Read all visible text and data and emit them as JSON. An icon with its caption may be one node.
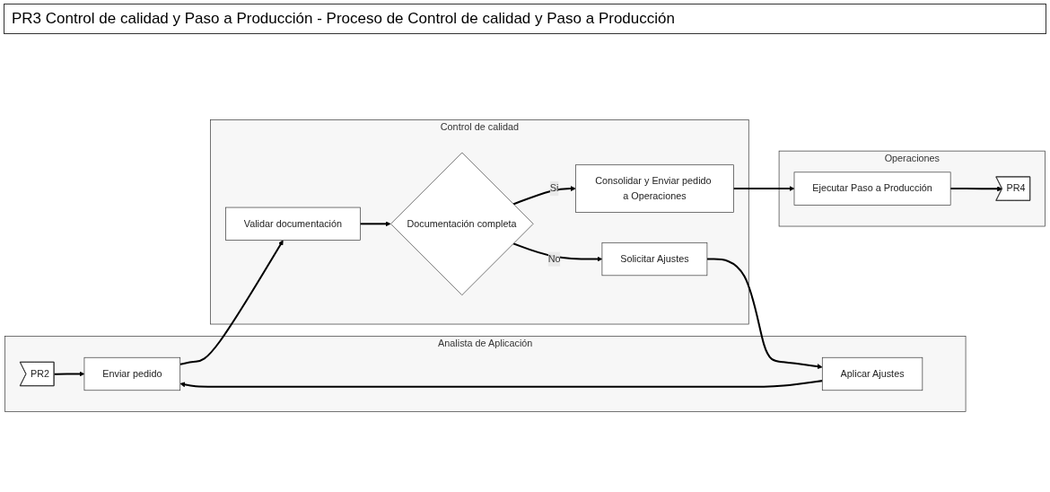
{
  "diagram": {
    "title": "PR3 Control de calidad y Paso a Producción - Proceso de Control de calidad y Paso a Producción",
    "nodes": [
      {
        "text": [
          "Analista de Aplicación"
        ]
      },
      {
        "text": [
          "PR2"
        ],
        "in": 0
      },
      {
        "text": [
          "Enviar pedido"
        ],
        "in": 0
      },
      {
        "text": [
          "Aplicar Ajustes"
        ],
        "in": 0
      },
      {
        "text": [
          "Control de calidad"
        ]
      },
      {
        "text": [
          "Validar documentación"
        ],
        "in": 4
      },
      {
        "text": [
          "Documentación completa"
        ],
        "in": 4
      },
      {
        "text": [
          "Solicitar Ajustes"
        ],
        "in": 4
      },
      {
        "text": [
          "Consolidar y Enviar pedido a Operaciones"
        ],
        "in": 4
      },
      {
        "text": [
          "Operaciones"
        ]
      },
      {
        "text": [
          "Ejecutar Paso a Producción"
        ],
        "in": 9
      },
      {
        "text": [
          "PR4"
        ],
        "in": 9
      }
    ],
    "edges": [
      {
        "from": 1,
        "to": 2,
        "arrow": "to"
      },
      {
        "from": 3,
        "to": 2,
        "arrow": "to"
      },
      {
        "from": 2,
        "to": 5,
        "arrow": "to"
      },
      {
        "from": 5,
        "to": 6,
        "arrow": "to"
      },
      {
        "from": 6,
        "to": 7,
        "label": "No",
        "arrow": "to"
      },
      {
        "from": 7,
        "to": 3,
        "arrow": "to"
      },
      {
        "from": 6,
        "to": 8,
        "label": "Si",
        "arrow": "to"
      },
      {
        "from": 8,
        "to": 10,
        "arrow": "to"
      },
      {
        "from": 10,
        "to": 11,
        "arrow": "to"
      }
    ]
  }
}
